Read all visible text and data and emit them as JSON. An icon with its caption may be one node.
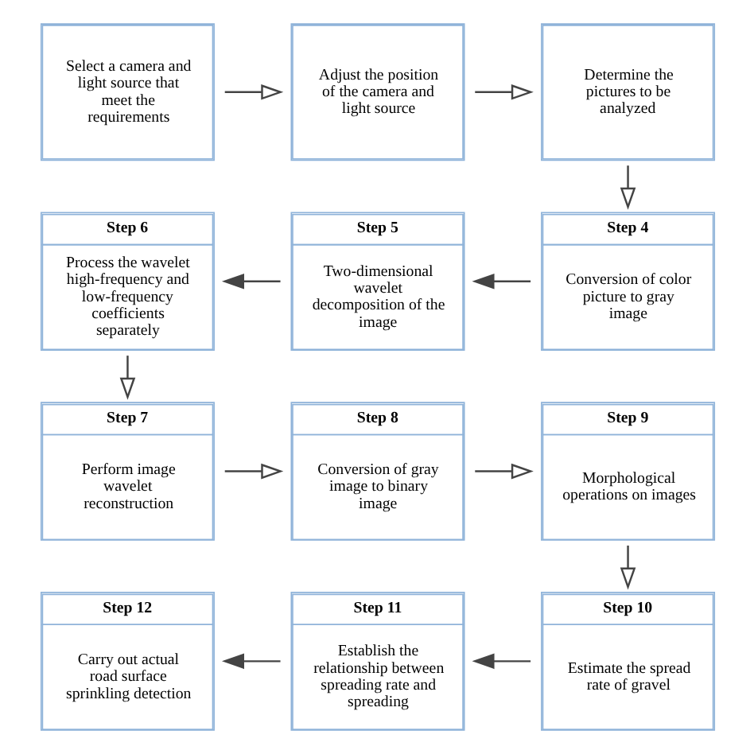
{
  "diagram": {
    "nodes": [
      {
        "text": [
          "Select a camera and light source that meet the requirements"
        ]
      },
      {
        "text": [
          "Adjust the position of the camera and light source"
        ]
      },
      {
        "text": [
          "Determine the pictures to be analyzed"
        ]
      },
      {
        "text": [
          "Step 6",
          "Process the wavelet high-frequency and low-frequency coefficients separately"
        ]
      },
      {
        "text": [
          "Step 5",
          "Two-dimensional wavelet decomposition of the image"
        ]
      },
      {
        "text": [
          "Step 4",
          "Conversion of color picture to gray image"
        ]
      },
      {
        "text": [
          "Step 7",
          "Perform image wavelet reconstruction"
        ]
      },
      {
        "text": [
          "Step 8",
          "Conversion of gray image to binary image"
        ]
      },
      {
        "text": [
          "Step 9",
          "Morphological operations on images"
        ]
      },
      {
        "text": [
          "Step 12",
          "Carry out actual road surface sprinkling detection"
        ]
      },
      {
        "text": [
          "Step 11",
          "Establish the relationship between spreading rate and spreading"
        ]
      },
      {
        "text": [
          "Step 10",
          "Estimate the spread rate of gravel"
        ]
      }
    ],
    "edges": [
      {
        "from": 0,
        "to": 1,
        "arrow": "to"
      },
      {
        "from": 1,
        "to": 2,
        "arrow": "to"
      },
      {
        "from": 2,
        "to": 5,
        "arrow": "to"
      },
      {
        "from": 5,
        "to": 4,
        "arrow": "to"
      },
      {
        "from": 4,
        "to": 3,
        "arrow": "to"
      },
      {
        "from": 3,
        "to": 6,
        "arrow": "to"
      },
      {
        "from": 6,
        "to": 7,
        "arrow": "to"
      },
      {
        "from": 7,
        "to": 8,
        "arrow": "to"
      },
      {
        "from": 8,
        "to": 11,
        "arrow": "to"
      },
      {
        "from": 11,
        "to": 10,
        "arrow": "to"
      },
      {
        "from": 10,
        "to": 9,
        "arrow": "to"
      }
    ]
  }
}
